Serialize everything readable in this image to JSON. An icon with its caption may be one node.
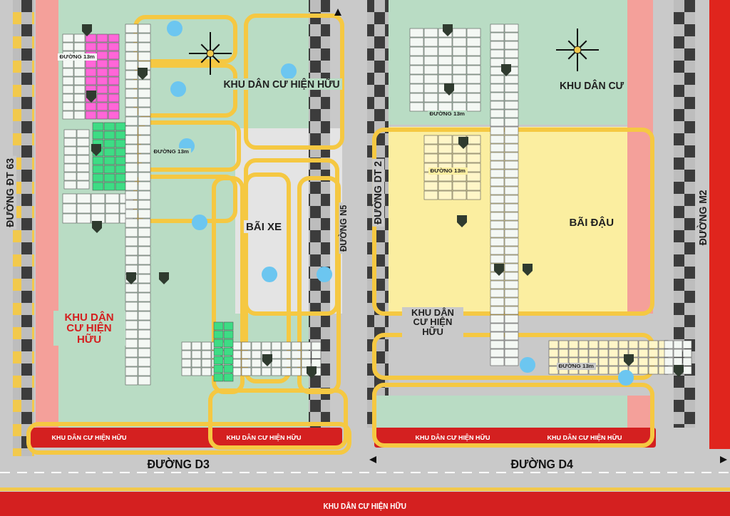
{
  "diagram": {
    "labels": [
      "KHU DÂN CƯ HIỆN HỮU",
      "KHU DÂN CƯ",
      "ĐƯỜNG 13m",
      "ĐƯỜNG 13m",
      "ĐƯỜNG 13m",
      "ĐƯỜNG 13m",
      "ĐƯỜNG ĐT 63",
      "ĐƯỜNG DT 2",
      "ĐƯỜNG N5",
      "ĐƯỜNG M2",
      "BÃI XE",
      "BÃI ĐẬU",
      "KHU DÂN CƯ HIỆN HỮU",
      "KHU DÂN CƯ HIỆN HỮU",
      "ĐƯỜNG 13m",
      "KHU DÂN CƯ HIỆN HỮU",
      "KHU DÂN CƯ HIỆN HỮU",
      "KHU DÂN CƯ HIỆN HỮU",
      "KHU DÂN CƯ HIỆN HỮU",
      "ĐƯỜNG D3",
      "ĐƯỜNG D4",
      "KHU DÂN CƯ HIỆN HỮU"
    ]
  }
}
